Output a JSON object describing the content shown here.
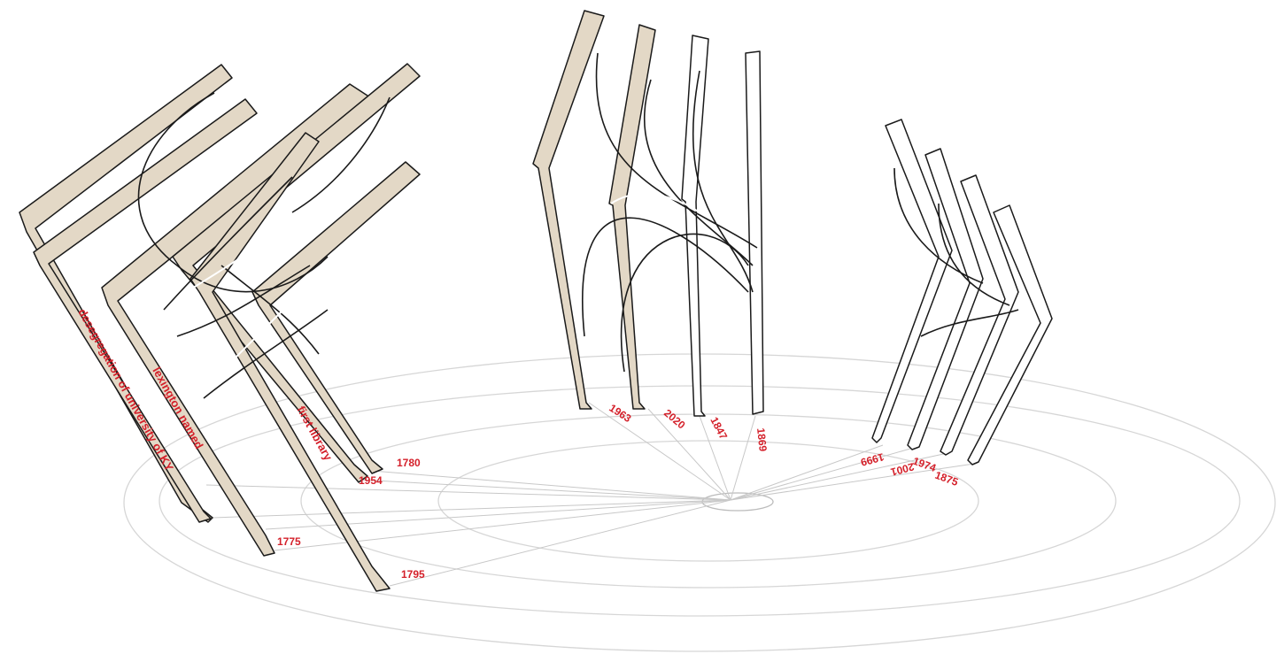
{
  "colors": {
    "label": "#d4202a",
    "panel_fill": "#e3d8c6",
    "panel_white": "#ffffff",
    "outline": "#1a1a1a",
    "ring": "#d6d6d6",
    "ray": "#c8c8c8"
  },
  "annotations": [
    "desegregation of university of KY",
    "lexington named",
    "first library"
  ],
  "year_labels": [
    "1780",
    "1954",
    "1775",
    "1795",
    "1963",
    "2020",
    "1847",
    "1869",
    "1999",
    "2001",
    "1974",
    "1875"
  ]
}
